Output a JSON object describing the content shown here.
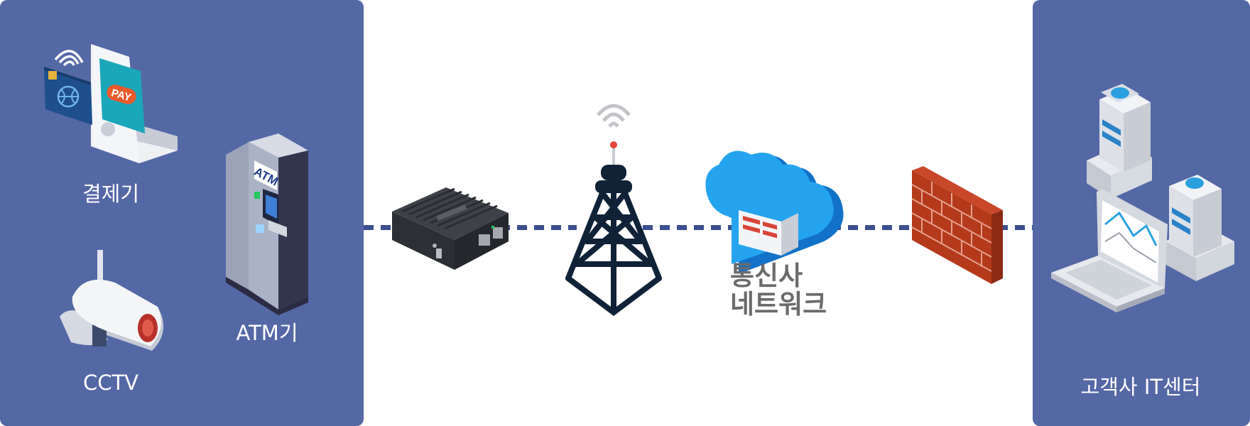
{
  "left_panel": {
    "payment_label": "결제기",
    "cctv_label": "CCTV",
    "atm_label": "ATM기",
    "atm_sign": "ATM",
    "pay_sign": "PAY"
  },
  "network": {
    "label_line1": "통신사",
    "label_line2": "네트워크"
  },
  "right_panel": {
    "label": "고객사 IT센터"
  },
  "colors": {
    "panel": "#5468a6",
    "dash": "#3b4f8f",
    "tower": "#0f2238",
    "cloud": "#1d9be9",
    "firewall": "#b5391b"
  }
}
